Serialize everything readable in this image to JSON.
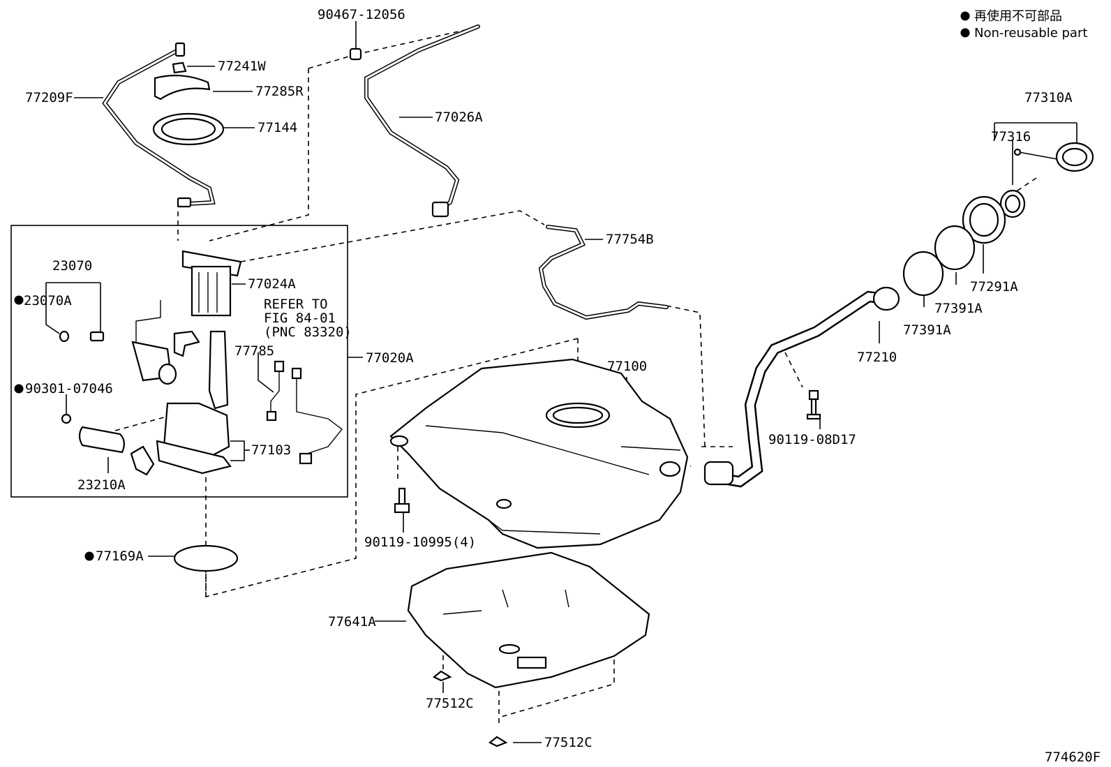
{
  "legend": {
    "line1": "再使用不可部品",
    "line2": "Non-reusable part"
  },
  "figure_code": "774620F",
  "refer_note": {
    "line1": "REFER TO",
    "line2": "FIG 84-01",
    "line3": "(PNC 83320)"
  },
  "labels": {
    "p90467_12056": "90467-12056",
    "p77241W": "77241W",
    "p77209F": "77209F",
    "p77285R": "77285R",
    "p77144": "77144",
    "p77026A": "77026A",
    "p77310A": "77310A",
    "p77316": "77316",
    "p77754B": "77754B",
    "p77291A": "77291A",
    "p77391A_1": "77391A",
    "p77391A_2": "77391A",
    "p23070": "23070",
    "p23070A": "23070A",
    "p77024A": "77024A",
    "p77785": "77785",
    "p77020A": "77020A",
    "p77210": "77210",
    "p77100": "77100",
    "p90301_07046": "90301-07046",
    "p90119_08D17": "90119-08D17",
    "p77103": "77103",
    "p23210A": "23210A",
    "p90119_10995": "90119-10995(4)",
    "p77169A": "77169A",
    "p77641A": "77641A",
    "p77512C_1": "77512C",
    "p77512C_2": "77512C"
  },
  "colors": {
    "ink": "#000000",
    "paper": "#ffffff"
  }
}
